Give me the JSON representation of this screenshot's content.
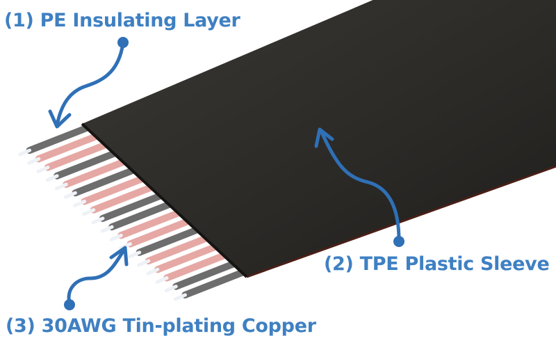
{
  "labels": {
    "pe_layer": "(1) PE Insulating Layer",
    "tpe_sleeve": "(2) TPE Plastic Sleeve",
    "copper": "(3) 30AWG Tin-plating Copper"
  },
  "colors": {
    "label_text": "#3f80c2",
    "arrow": "#2f70b6",
    "sleeve": "#2c2a27",
    "insulation_gray": "#6d6d6d",
    "insulation_pink": "#e6a8a4",
    "conductor": "#eef2f6"
  },
  "wire_pattern": [
    "gray",
    "pink",
    "pink",
    "gray",
    "pink",
    "gray",
    "pink",
    "pink",
    "gray",
    "gray",
    "pink",
    "pink",
    "gray",
    "pink",
    "pink",
    "pink",
    "gray",
    "gray"
  ]
}
